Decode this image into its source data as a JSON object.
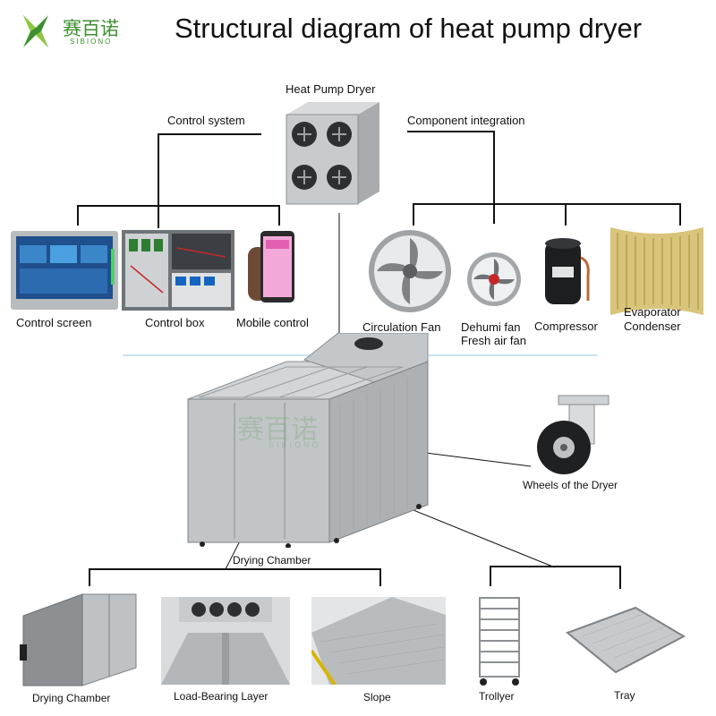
{
  "title": "Structural diagram of heat pump dryer",
  "logo": {
    "cn": "赛百诺",
    "en": "SIBIONO"
  },
  "watermark": {
    "cn": "赛百诺",
    "en": "SIBIONO"
  },
  "top_node": "Heat  Pump Dryer",
  "branches": {
    "control": "Control system",
    "components": "Component integration"
  },
  "control_items": [
    "Control screen",
    "Control box",
    "Mobile control"
  ],
  "component_items": {
    "circulation_fan": "Circulation Fan",
    "dehumi_fan": "Dehumi fan",
    "fresh_air_fan": "Fresh air fan",
    "compressor": "Compressor",
    "evaporator": "Evaporator",
    "condenser": "Condenser"
  },
  "wheels": "Wheels of the Dryer",
  "drying_chamber_node": "Drying Chamber",
  "bottom_items": [
    "Drying Chamber",
    "Load-Bearing Layer",
    "Slope",
    "Trollyer",
    "Tray"
  ],
  "colors": {
    "line": "#111111",
    "divider": "#a8d8e8",
    "logo_green": "#3d8f2f",
    "steel": "#b9bcbf"
  }
}
